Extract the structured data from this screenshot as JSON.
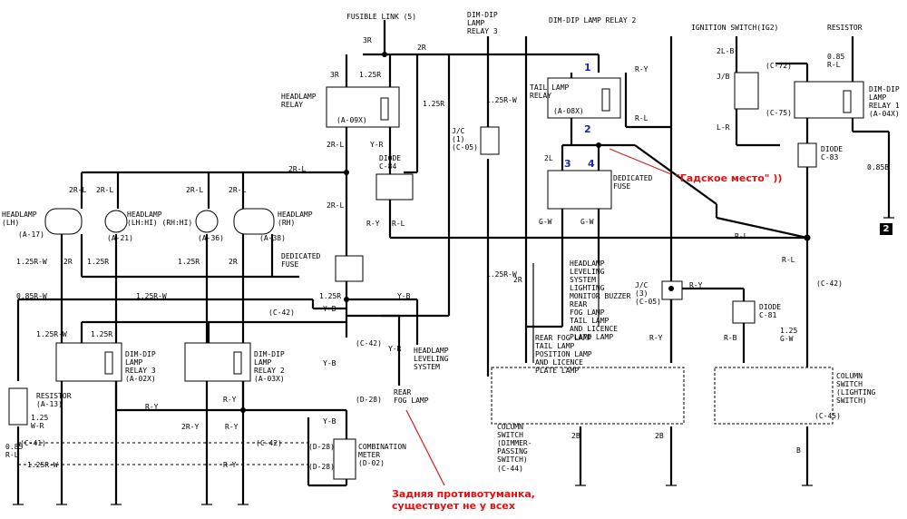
{
  "labels": {
    "fusible_link": "FUSIBLE LINK (5)",
    "dim_dip_lamp_relay_3": "DIM-DIP\nLAMP\nRELAY 3",
    "dim_dip_lamp_relay_2": "DIM-DIP LAMP RELAY 2",
    "ignition_switch": "IGNITION SWITCH(IG2)",
    "resistor": "RESISTOR",
    "headlamp_relay": "HEADLAMP\nRELAY",
    "headlamp_relay_id": "(A-09X)",
    "tail_lamp_relay": "TAIL LAMP\nRELAY",
    "tail_lamp_relay_id": "(A-08X)",
    "dim_dip_lamp_relay_1": "DIM-DIP\nLAMP\nRELAY 1\n(A-04X)",
    "diode_c83": "DIODE\nC-83",
    "diode_c84": "DIODE\nC-84",
    "dedicated_fuse": "DEDICATED\nFUSE",
    "headlamp_lh": "HEADLAMP\n(LH)",
    "headlamp_hi": "HEADLAMP\n(LH:HI) (RH:HI)",
    "headlamp_rh": "HEADLAMP\n(RH)",
    "a17": "(A-17)",
    "a21": "(A-21)",
    "a36": "(A-36)",
    "a38": "(A-38)",
    "dim_dip_lamp_relay_3b": "DIM-DIP\nLAMP\nRELAY 3\n(A-02X)",
    "dim_dip_lamp_relay_2b": "DIM-DIP\nLAMP\nRELAY 2\n(A-03X)",
    "resistor_a13": "RESISTOR\n(A-13)",
    "combination_meter": "COMBINATION\nMETER\n(D-02)",
    "headlamp_leveling": "HEADLAMP\nLEVELING\nSYSTEM",
    "rear_fog_lamp": "REAR\nFOG LAMP",
    "leveling_list": "HEADLAMP\nLEVELING\nSYSTEM\nLIGHTING\nMONITOR BUZZER\nREAR\nFOG LAMP\nTAIL LAMP\nAND LICENCE\nPLATE LAMP",
    "rear_fog_list": "REAR FOG LAMP\nTAIL LAMP\nPOSITION LAMP\nAND LICENCE\nPLATE LAMP",
    "diode_c81": "DIODE\nC-81",
    "column_switch_dimmer": "COLUMN\nSWITCH\n(DIMMER-\nPASSING\nSWITCH)",
    "column_switch_lighting": "COLUMN\nSWITCH\n(LIGHTING\nSWITCH)",
    "jc1": "J/C\n(1)\n(C-05)",
    "jc3": "J/C\n(3)\n(C-05)",
    "jb": "J/B",
    "c72": "(C-72)",
    "c75": "(C-75)",
    "c42": "(C-42)",
    "d28": "(D-28)",
    "c41": "(C-41)",
    "c45": "(C-45)",
    "c44": "(C-44)",
    "ground_badge": "2"
  },
  "wires": {
    "w3r": "3R",
    "w2r": "2R",
    "w125r": "1.25R",
    "w2rl": "2R-L",
    "wyr": "Y-R",
    "wry": "R-Y",
    "wrl": "R-L",
    "w125rw": "1.25R-W",
    "w085rw": "0.85R-W",
    "wyb": "Y-B",
    "w125wr": "1.25\nW-R",
    "w2ry": "2R-Y",
    "w085rl": "0.85\nR-L",
    "w2l": "2L",
    "wgw": "G-W",
    "wrb": "R-B",
    "w125gw": "1.25\nG-W",
    "w2lb": "2L-B",
    "wlr": "L-R",
    "w085b": "0.85B",
    "w2b": "2B",
    "wb": "B"
  },
  "markers": {
    "m1": "1",
    "m2": "2",
    "m3": "3",
    "m4": "4"
  },
  "annotations": {
    "bad_spot": "\"Гадское место\" ))",
    "rear_fog": "Задняя противотуманка,\nсуществует не у всех"
  }
}
